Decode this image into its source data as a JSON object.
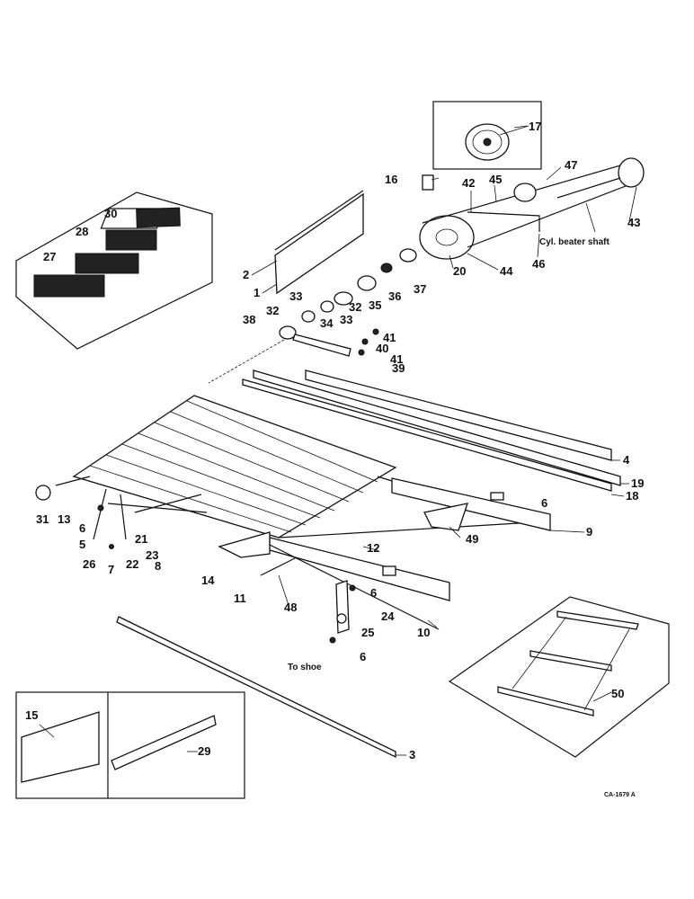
{
  "diagram": {
    "part_numbers": [
      "1",
      "2",
      "3",
      "4",
      "5",
      "6",
      "7",
      "8",
      "9",
      "10",
      "11",
      "12",
      "13",
      "14",
      "15",
      "16",
      "17",
      "18",
      "19",
      "20",
      "21",
      "22",
      "23",
      "24",
      "25",
      "26",
      "27",
      "28",
      "29",
      "30",
      "31",
      "32",
      "33",
      "34",
      "35",
      "36",
      "37",
      "38",
      "39",
      "40",
      "41",
      "42",
      "43",
      "44",
      "45",
      "46",
      "47",
      "48",
      "49",
      "50"
    ],
    "annotations": {
      "cyl_beater_shaft": "Cyl. beater shaft",
      "to_shoe": "To shoe",
      "drawing_code": "CA-1679 A"
    }
  }
}
